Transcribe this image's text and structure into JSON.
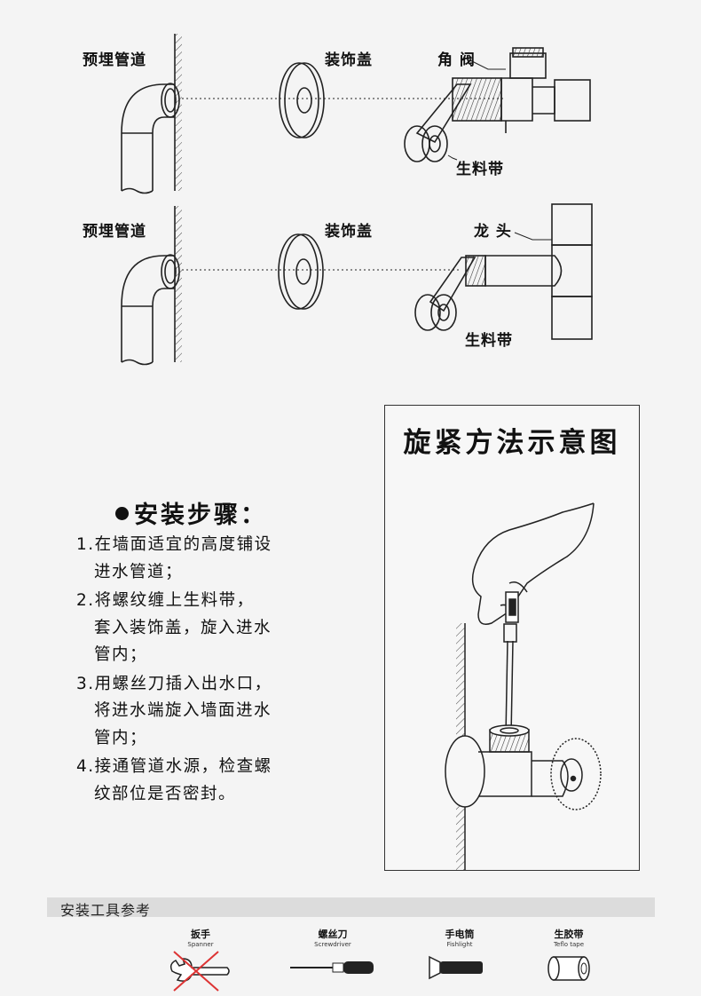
{
  "diagram_top": {
    "labels": {
      "pipe": "预埋管道",
      "cover": "装饰盖",
      "valve": "角 阀",
      "tape": "生料带"
    }
  },
  "diagram_bottom": {
    "labels": {
      "pipe": "预埋管道",
      "cover": "装饰盖",
      "faucet": "龙 头",
      "tape": "生料带"
    }
  },
  "tighten_box": {
    "title": "旋紧方法示意图"
  },
  "steps": {
    "heading": "安装步骤：",
    "items": [
      {
        "first": "1.在墙面适宜的高度铺设",
        "rest": "进水管道；"
      },
      {
        "first": "2.将螺纹缠上生料带，",
        "rest": "套入装饰盖，旋入进水",
        "rest2": "管内；"
      },
      {
        "first": "3.用螺丝刀插入出水口，",
        "rest": "将进水端旋入墙面进水",
        "rest2": "管内；"
      },
      {
        "first": "4.接通管道水源，检查螺",
        "rest": "纹部位是否密封。"
      }
    ]
  },
  "tools": {
    "header": "安装工具参考",
    "items": [
      {
        "zh": "扳手",
        "en": "Spanner",
        "icon": "spanner-icon",
        "crossed": true
      },
      {
        "zh": "螺丝刀",
        "en": "Screwdriver",
        "icon": "screwdriver-icon"
      },
      {
        "zh": "手电筒",
        "en": "Fishlight",
        "icon": "flashlight-icon"
      },
      {
        "zh": "生胶带",
        "en": "Teflo tape",
        "icon": "tape-icon"
      }
    ]
  }
}
